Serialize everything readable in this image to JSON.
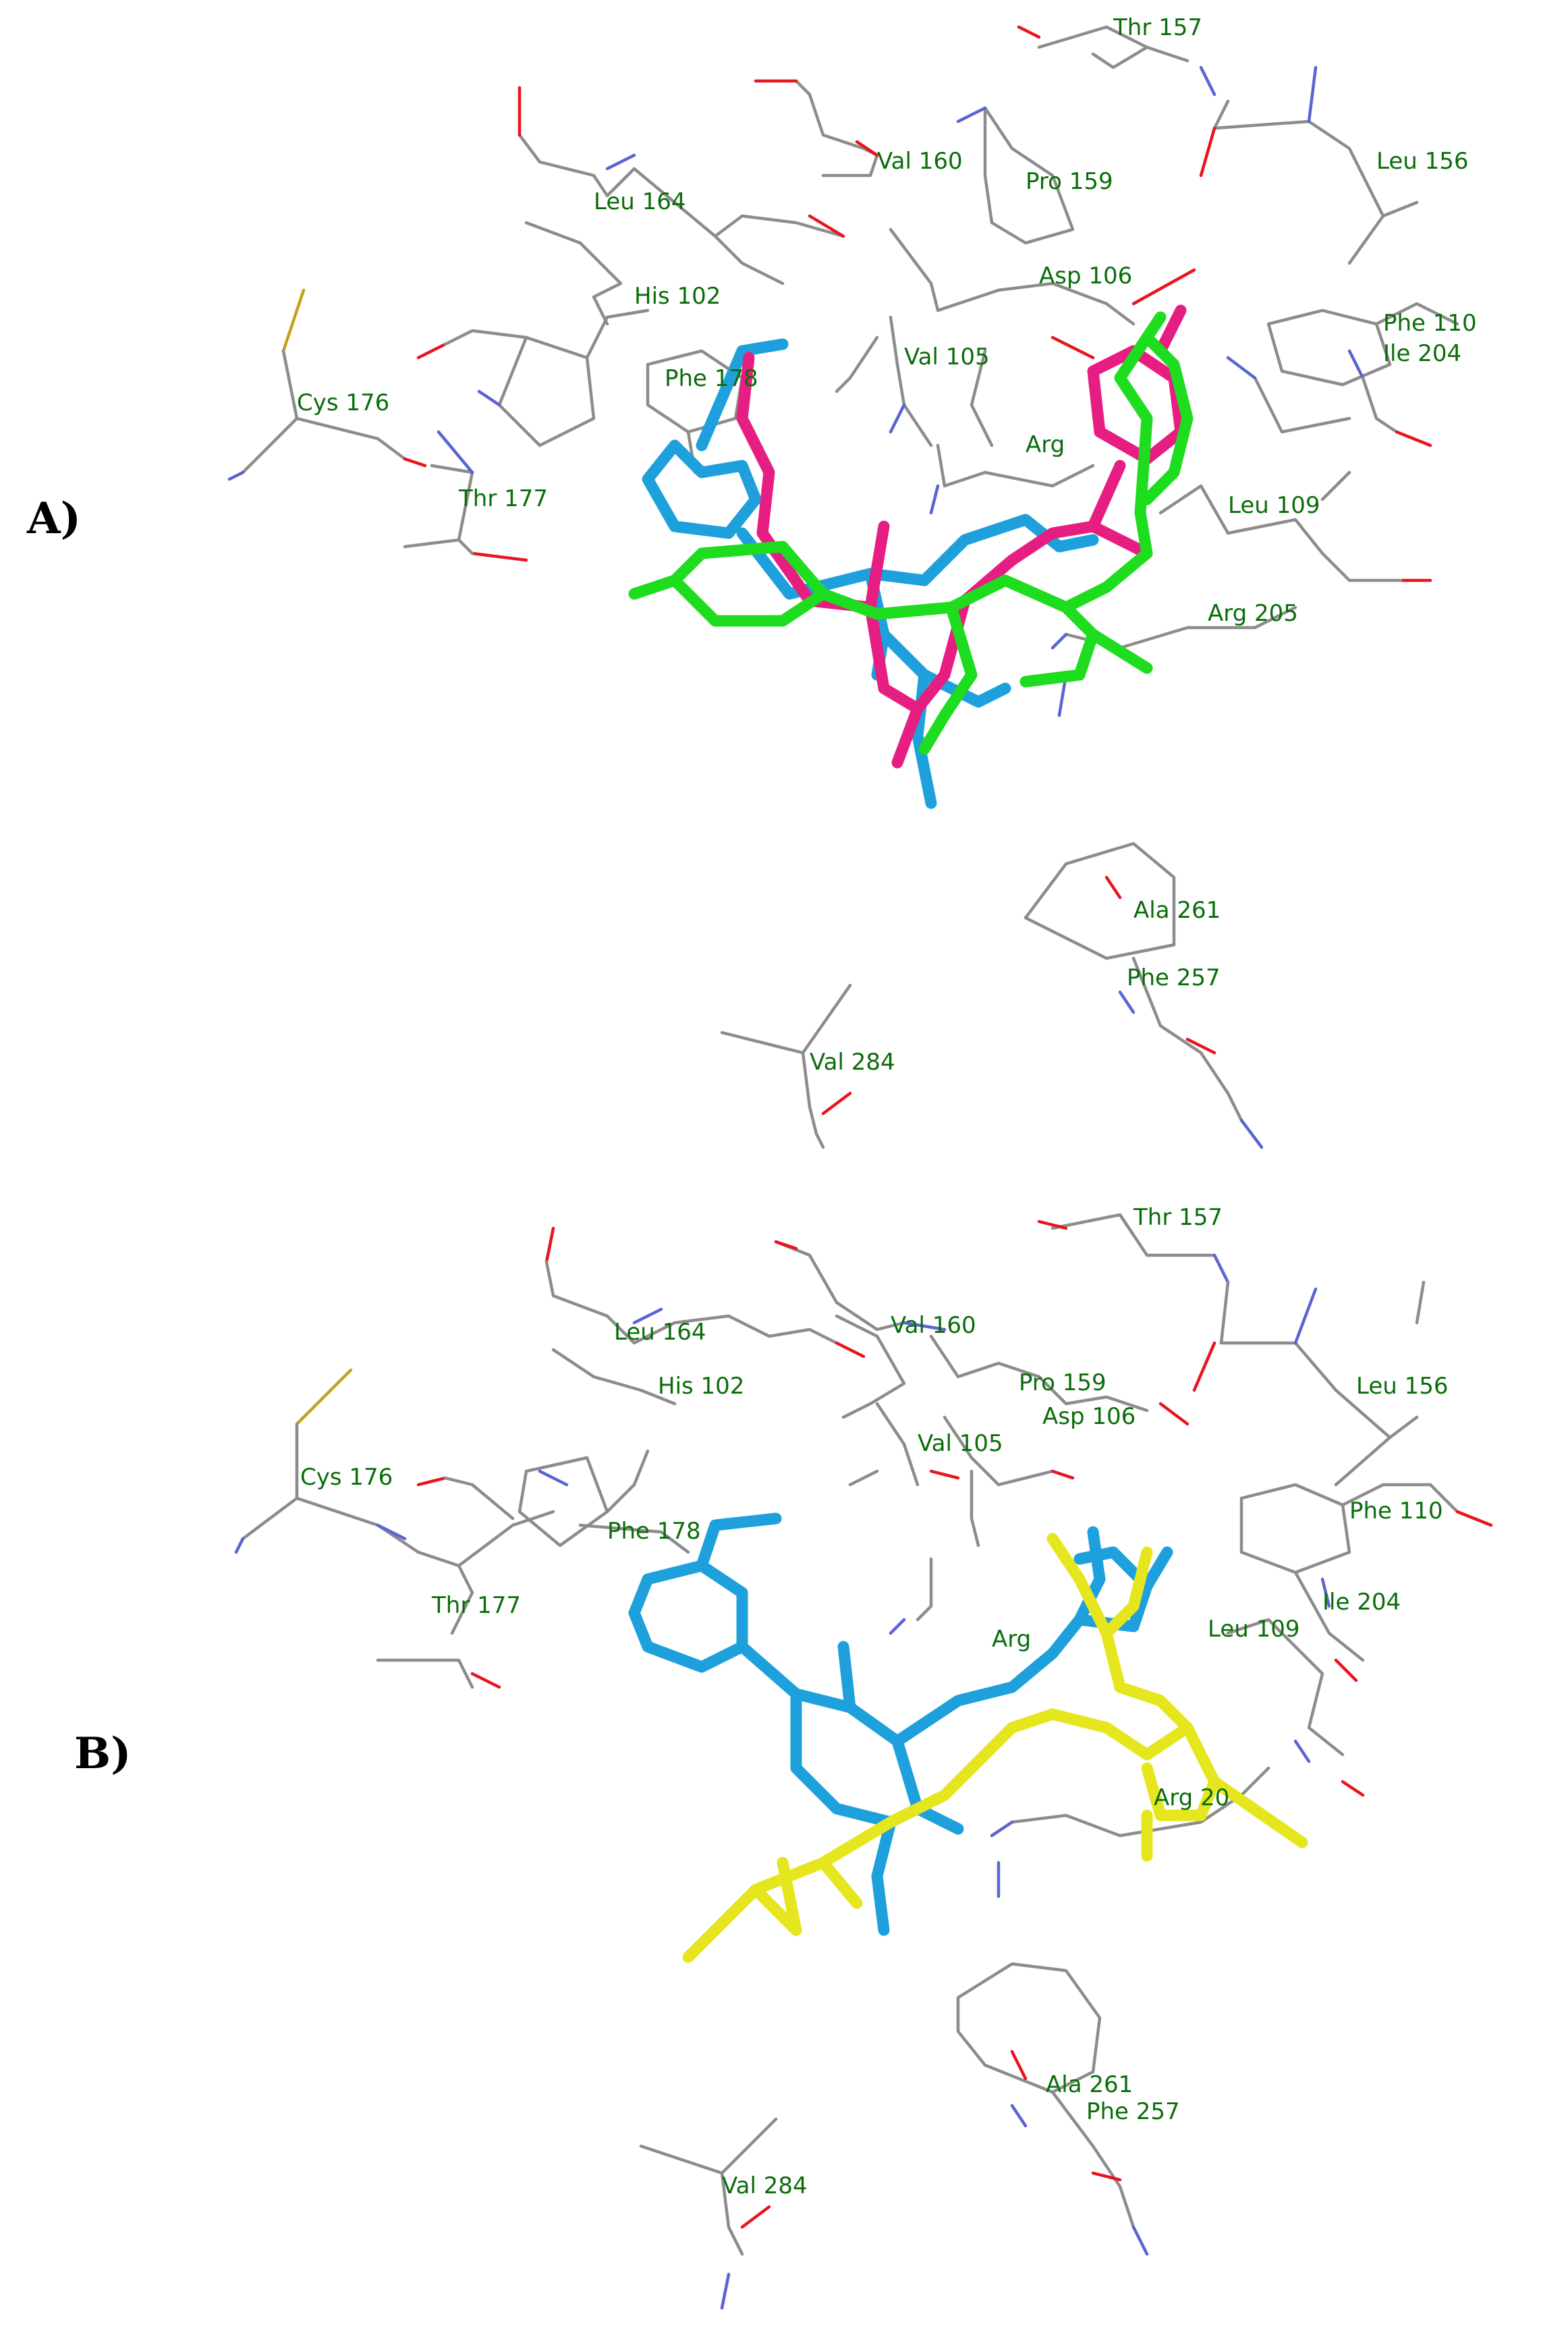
{
  "panels": [
    {
      "label": "A)",
      "residues": [
        "Thr 157",
        "Leu 156",
        "Val 160",
        "Pro 159",
        "Leu 164",
        "His 102",
        "Asp 106",
        "Phe 110",
        "Ile 204",
        "Val 105",
        "Cys 176",
        "Phe 178",
        "Arg",
        "Thr 177",
        "Leu 109",
        "Arg 205",
        "Ala 261",
        "Phe 257",
        "Val 284"
      ]
    },
    {
      "label": "B)",
      "residues": [
        "Thr 157",
        "Leu 164",
        "Val 160",
        "His 102",
        "Pro 159",
        "Leu 156",
        "Asp 106",
        "Val 105",
        "Cys 176",
        "Phe 110",
        "Phe 178",
        "Thr 177",
        "Arg",
        "Leu 109",
        "Ile 204",
        "Arg 20",
        "Ala 261",
        "Phe 257",
        "Val 284"
      ]
    }
  ],
  "colors": {
    "label_text": "#0a6d0a",
    "carbon": "#8c8c8c",
    "oxygen": "#e8141e",
    "nitrogen": "#5a64d2",
    "sulfur": "#c8a01e",
    "ligand_cyan": "#1ea0dc",
    "ligand_magenta": "#e61e82",
    "ligand_green": "#1edc1e",
    "ligand_yellow": "#e6e61e"
  }
}
